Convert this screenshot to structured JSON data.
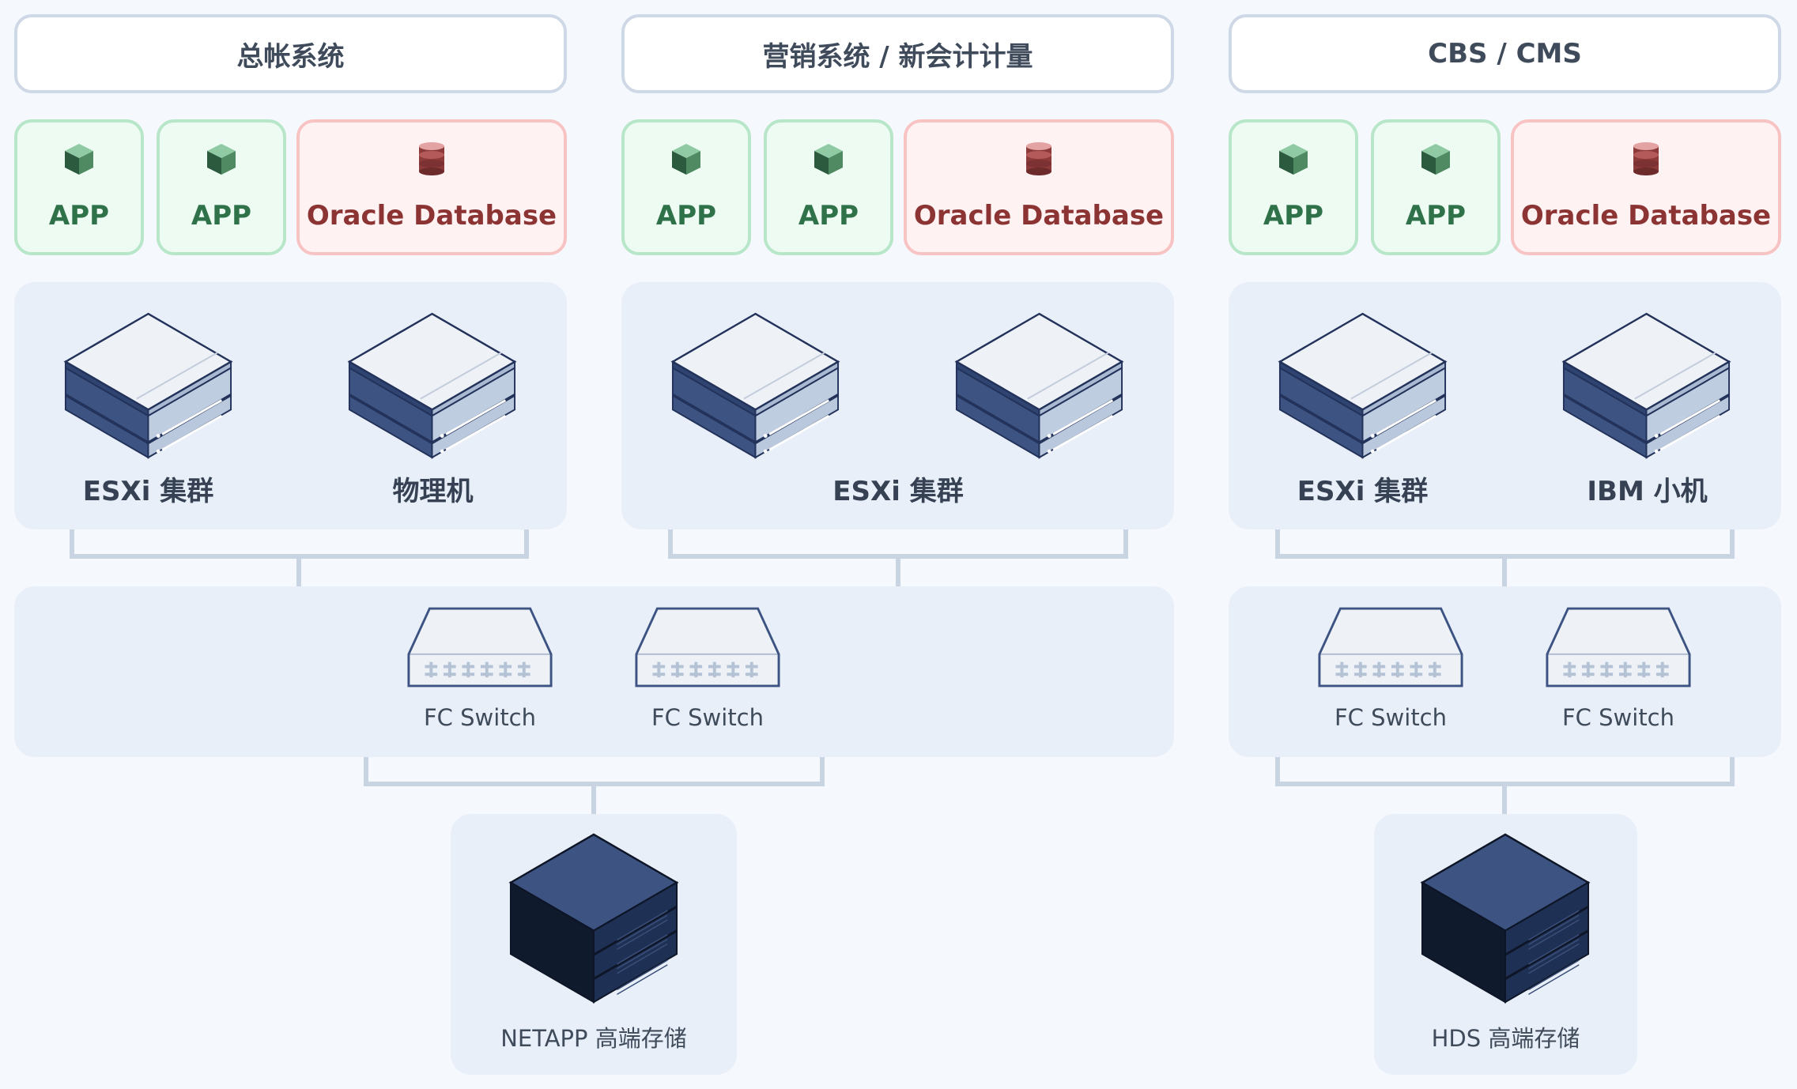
{
  "systems": [
    {
      "title": "总帐系统",
      "apps": [
        "APP",
        "APP"
      ],
      "database": "Oracle Database",
      "compute": [
        "ESXi 集群",
        "物理机"
      ]
    },
    {
      "title": "营销系统 / 新会计计量",
      "apps": [
        "APP",
        "APP"
      ],
      "database": "Oracle Database",
      "compute": [
        "ESXi 集群"
      ]
    },
    {
      "title": "CBS / CMS",
      "apps": [
        "APP",
        "APP"
      ],
      "database": "Oracle Database",
      "compute": [
        "ESXi 集群",
        "IBM 小机"
      ]
    }
  ],
  "san_fabrics": [
    {
      "switches": [
        "FC Switch",
        "FC Switch"
      ]
    },
    {
      "switches": [
        "FC Switch",
        "FC Switch"
      ]
    }
  ],
  "storage": [
    {
      "label": "NETAPP 高端存储"
    },
    {
      "label": "HDS 高端存储"
    }
  ],
  "icons": {
    "app": "cube-icon",
    "database": "database-icon",
    "server": "server-icon",
    "switch": "fc-switch-icon",
    "storage": "storage-array-icon"
  },
  "colors": {
    "background": "#f5f8fd",
    "app_fill": "#edfbf2",
    "app_border": "#b8e6c8",
    "app_text": "#2f7249",
    "db_fill": "#fff2f2",
    "db_border": "#f8c3c3",
    "db_text": "#8c3434",
    "panel": "#e8eff9",
    "server_front": "#3d5483",
    "storage_dark": "#0f1a2d",
    "connector": "#c9d4e3"
  }
}
